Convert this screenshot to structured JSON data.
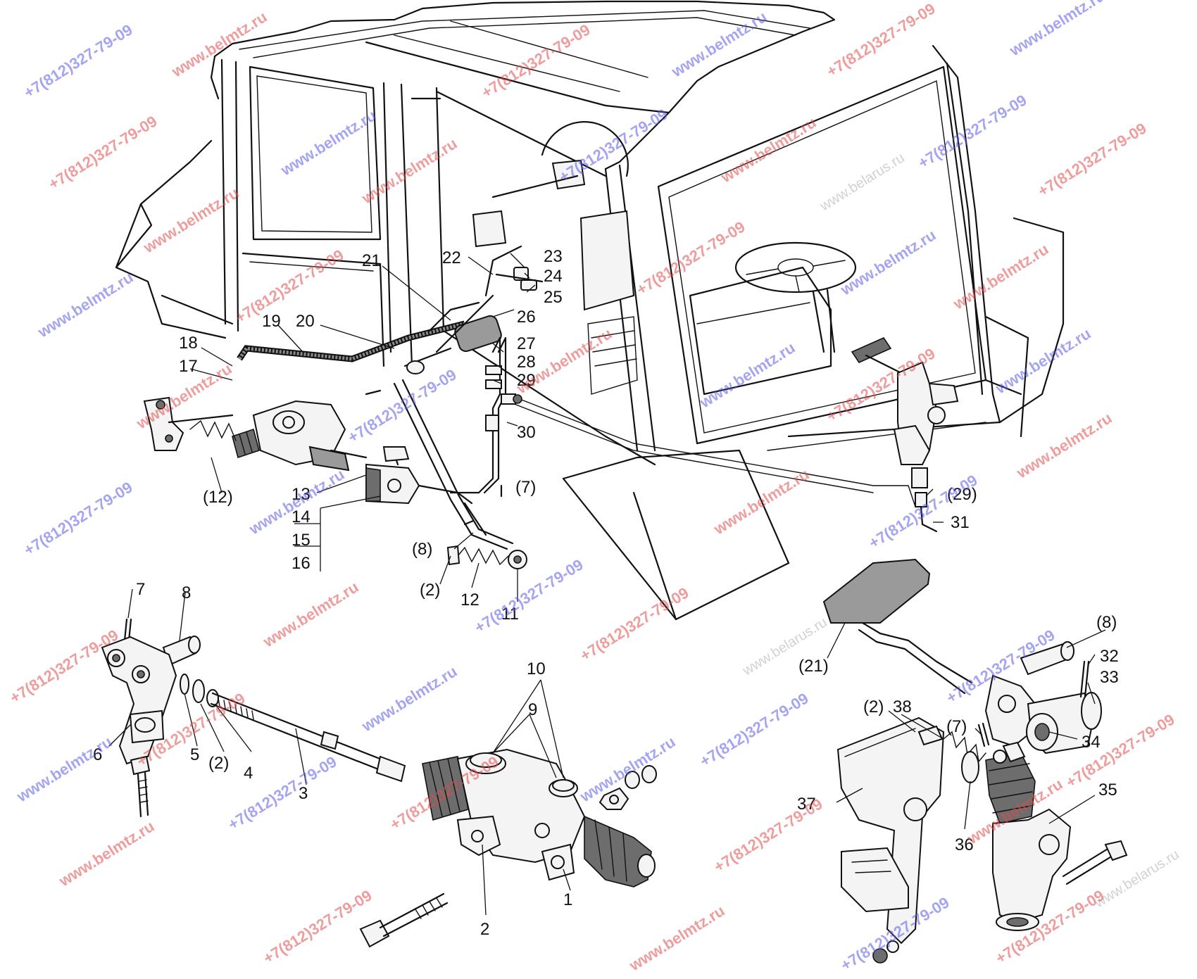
{
  "watermarks": {
    "phone": "+7(812)327-79-09",
    "site": "www.belmtz.ru",
    "site_alt": "www.belarus.ru"
  },
  "callouts": [
    {
      "id": "c1",
      "text": "1"
    },
    {
      "id": "c2",
      "text": "2"
    },
    {
      "id": "c3",
      "text": "3"
    },
    {
      "id": "c4",
      "text": "4"
    },
    {
      "id": "c5",
      "text": "5"
    },
    {
      "id": "c6",
      "text": "6"
    },
    {
      "id": "c7",
      "text": "7"
    },
    {
      "id": "c8",
      "text": "8"
    },
    {
      "id": "c9",
      "text": "9"
    },
    {
      "id": "c10",
      "text": "10"
    },
    {
      "id": "c11",
      "text": "11"
    },
    {
      "id": "c12",
      "text": "12"
    },
    {
      "id": "c12p",
      "text": "(12)"
    },
    {
      "id": "c13",
      "text": "13"
    },
    {
      "id": "c14",
      "text": "14"
    },
    {
      "id": "c15",
      "text": "15"
    },
    {
      "id": "c16",
      "text": "16"
    },
    {
      "id": "c17",
      "text": "17"
    },
    {
      "id": "c18",
      "text": "18"
    },
    {
      "id": "c19",
      "text": "19"
    },
    {
      "id": "c20",
      "text": "20"
    },
    {
      "id": "c21",
      "text": "21"
    },
    {
      "id": "c22",
      "text": "22"
    },
    {
      "id": "c23",
      "text": "23"
    },
    {
      "id": "c24",
      "text": "24"
    },
    {
      "id": "c25",
      "text": "25"
    },
    {
      "id": "c26",
      "text": "26"
    },
    {
      "id": "c27",
      "text": "27"
    },
    {
      "id": "c28",
      "text": "28"
    },
    {
      "id": "c29",
      "text": "29"
    },
    {
      "id": "c30",
      "text": "30"
    },
    {
      "id": "c7p",
      "text": "(7)"
    },
    {
      "id": "c8p",
      "text": "(8)"
    },
    {
      "id": "c2p",
      "text": "(2)"
    },
    {
      "id": "c29p",
      "text": "(29)"
    },
    {
      "id": "c31",
      "text": "31"
    },
    {
      "id": "c2p_b",
      "text": "(2)"
    },
    {
      "id": "c8p_b",
      "text": "(8)"
    },
    {
      "id": "c21p",
      "text": "(21)"
    },
    {
      "id": "c32",
      "text": "32"
    },
    {
      "id": "c33",
      "text": "33"
    },
    {
      "id": "c34",
      "text": "34"
    },
    {
      "id": "c2p_c",
      "text": "(2)"
    },
    {
      "id": "c38",
      "text": "38"
    },
    {
      "id": "c7p_b",
      "text": "(7)"
    },
    {
      "id": "c37",
      "text": "37"
    },
    {
      "id": "c36",
      "text": "36"
    },
    {
      "id": "c35",
      "text": "35"
    }
  ]
}
